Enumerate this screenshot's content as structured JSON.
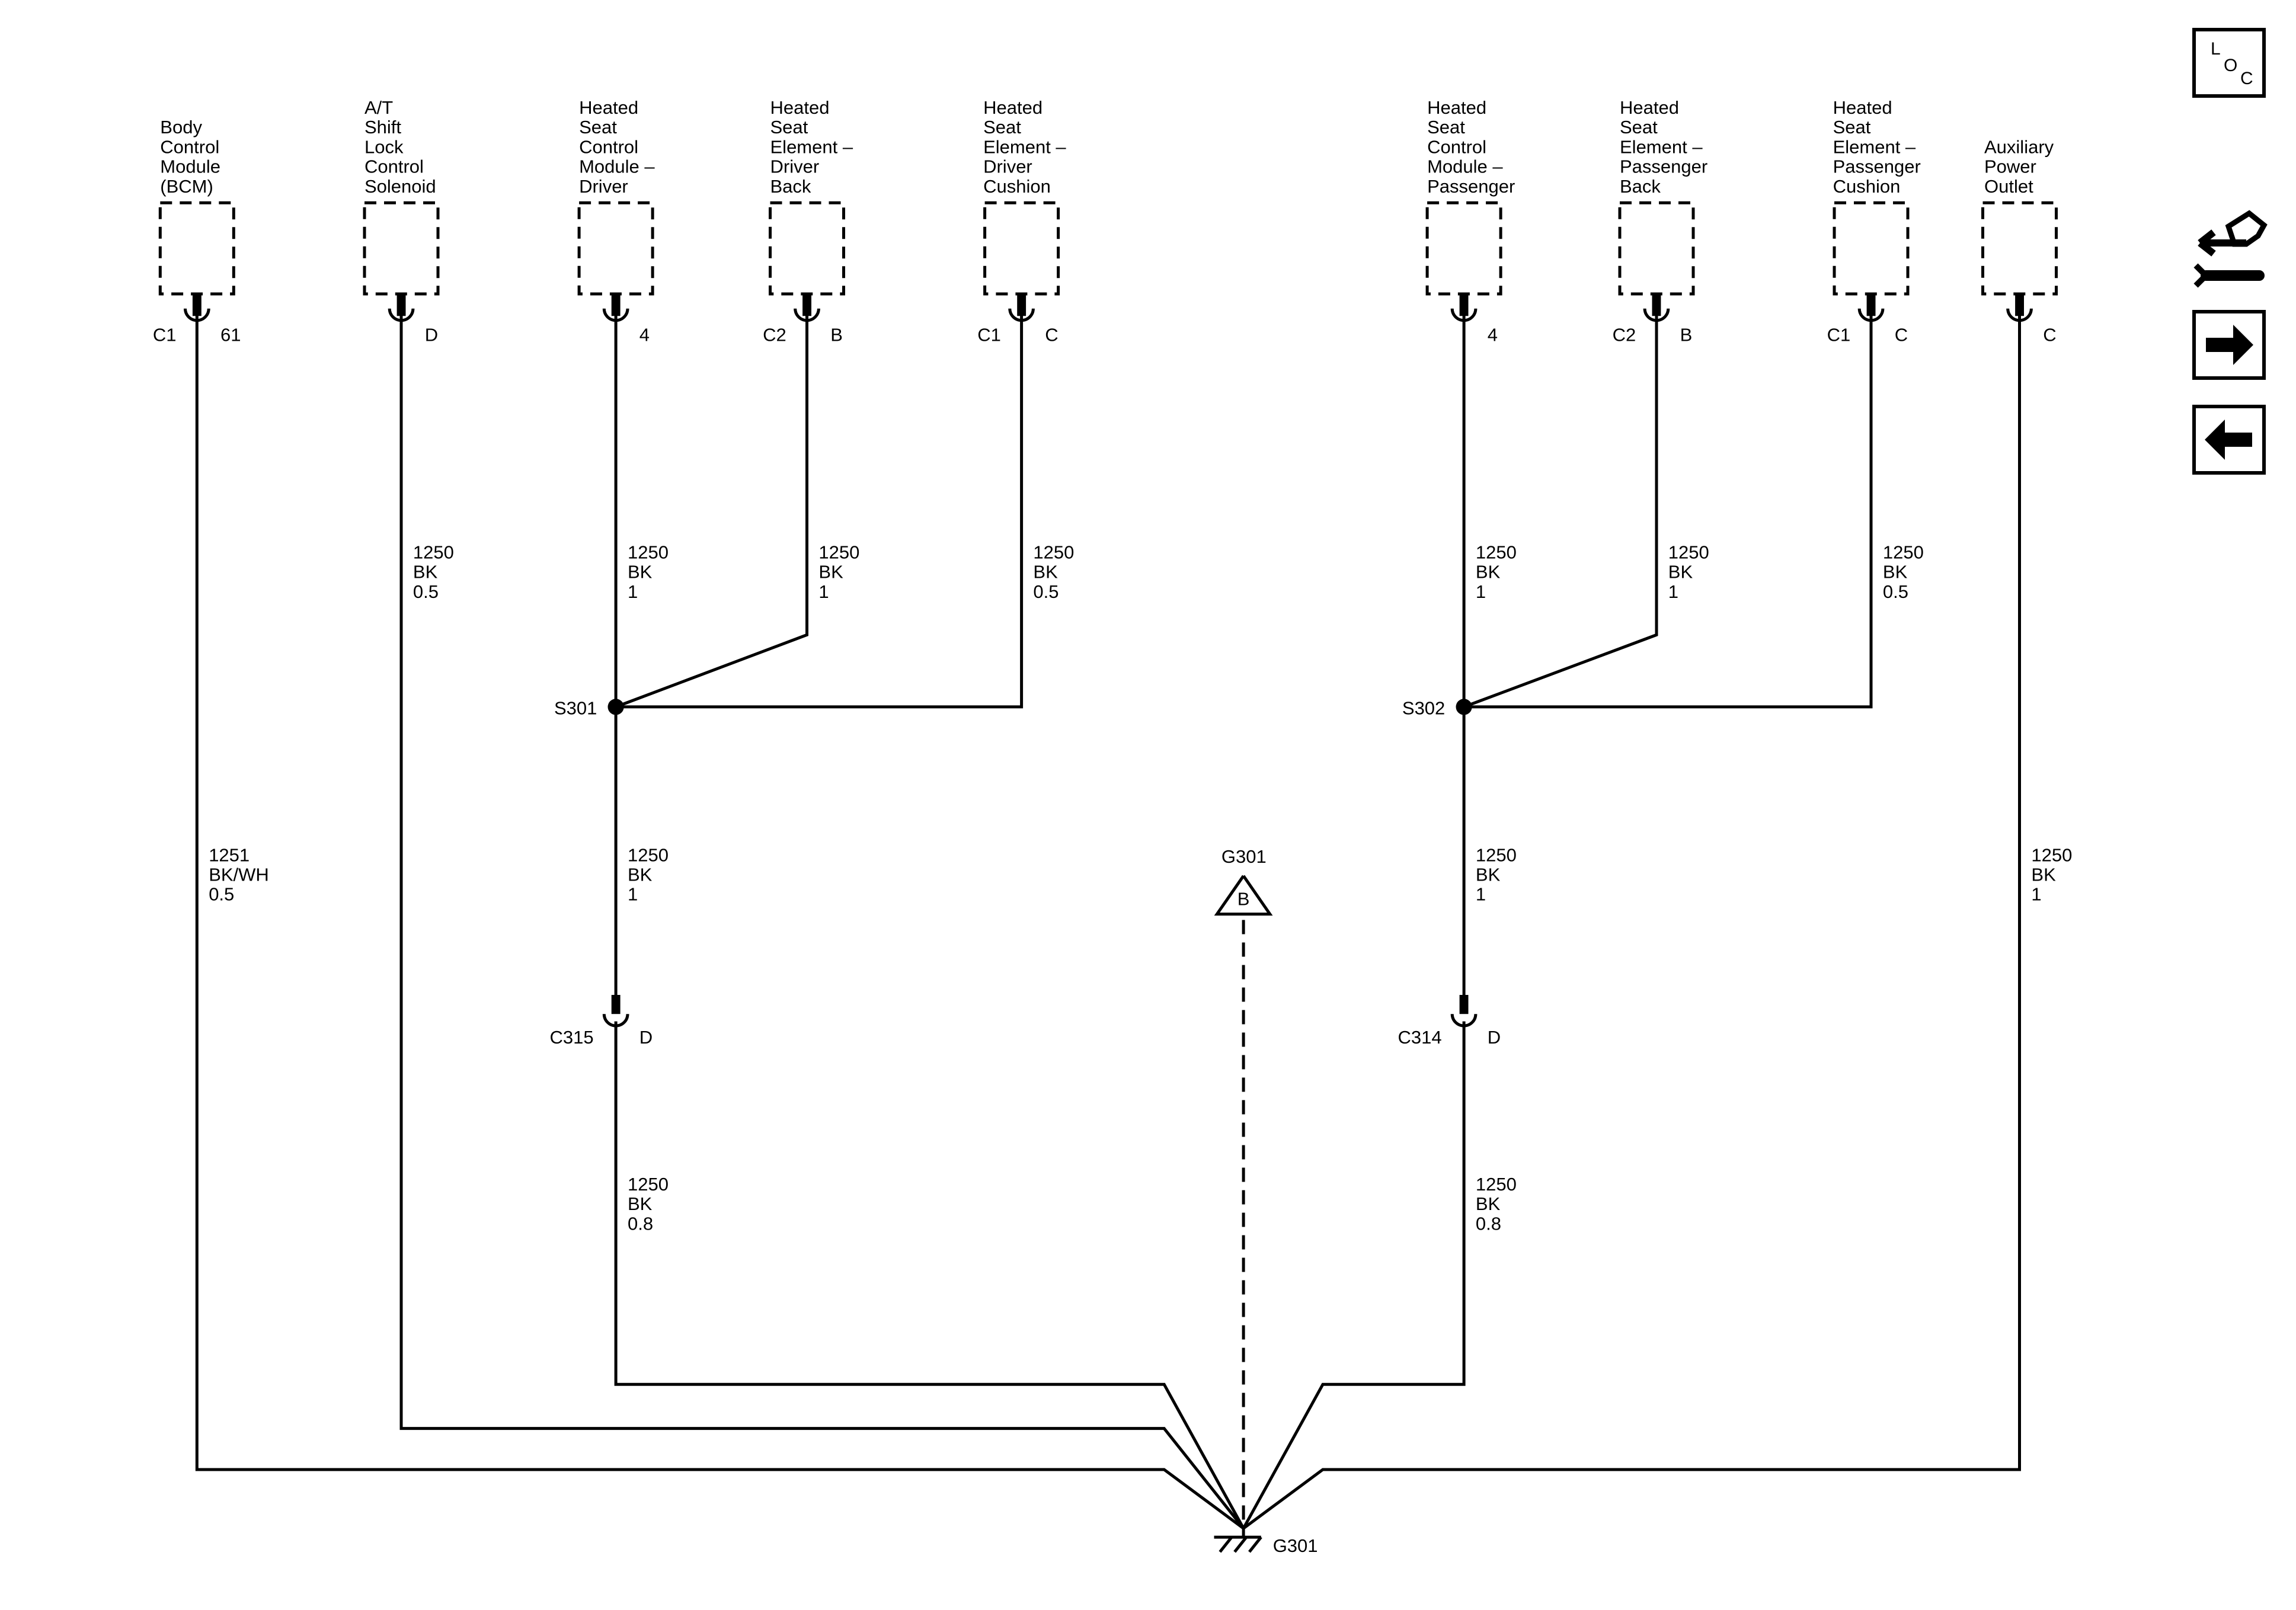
{
  "components": [
    {
      "lines": [
        "Body",
        "Control",
        "Module",
        "(BCM)"
      ]
    },
    {
      "lines": [
        "A/T",
        "Shift",
        "Lock",
        "Control",
        "Solenoid"
      ]
    },
    {
      "lines": [
        "Heated",
        "Seat",
        "Control",
        "Module –",
        "Driver"
      ]
    },
    {
      "lines": [
        "Heated",
        "Seat",
        "Element –",
        "Driver",
        "Back"
      ]
    },
    {
      "lines": [
        "Heated",
        "Seat",
        "Element –",
        "Driver",
        "Cushion"
      ]
    },
    {
      "lines": [
        "Heated",
        "Seat",
        "Control",
        "Module –",
        "Passenger"
      ]
    },
    {
      "lines": [
        "Heated",
        "Seat",
        "Element –",
        "Passenger",
        "Back"
      ]
    },
    {
      "lines": [
        "Heated",
        "Seat",
        "Element –",
        "Passenger",
        "Cushion"
      ]
    },
    {
      "lines": [
        "Auxiliary",
        "Power",
        "Outlet"
      ]
    }
  ],
  "connectors": [
    {
      "connector": "C1",
      "pin": "61"
    },
    {
      "connector": "",
      "pin": "D"
    },
    {
      "connector": "",
      "pin": "4"
    },
    {
      "connector": "C2",
      "pin": "B"
    },
    {
      "connector": "C1",
      "pin": "C"
    },
    {
      "connector": "",
      "pin": "4"
    },
    {
      "connector": "C2",
      "pin": "B"
    },
    {
      "connector": "C1",
      "pin": "C"
    },
    {
      "connector": "",
      "pin": "C"
    }
  ],
  "wires": [
    {
      "circuit": "1251",
      "color": "BK/WH",
      "size": "0.5"
    },
    {
      "circuit": "1250",
      "color": "BK",
      "size": "0.5"
    },
    {
      "circuit": "1250",
      "color": "BK",
      "size": "1"
    },
    {
      "circuit": "1250",
      "color": "BK",
      "size": "1"
    },
    {
      "circuit": "1250",
      "color": "BK",
      "size": "0.5"
    },
    {
      "circuit": "1250",
      "color": "BK",
      "size": "1"
    },
    {
      "circuit": "1250",
      "color": "BK",
      "size": "1"
    },
    {
      "circuit": "1250",
      "color": "BK",
      "size": "0.5"
    },
    {
      "circuit": "1250",
      "color": "BK",
      "size": "1"
    },
    {
      "circuit": "1250",
      "color": "BK",
      "size": "1"
    },
    {
      "circuit": "1250",
      "color": "BK",
      "size": "0.8"
    },
    {
      "circuit": "1250",
      "color": "BK",
      "size": "1"
    },
    {
      "circuit": "1250",
      "color": "BK",
      "size": "0.8"
    }
  ],
  "splices": [
    "S301",
    "S302"
  ],
  "inline_connectors": [
    {
      "connector": "C315",
      "pin": "D"
    },
    {
      "connector": "C314",
      "pin": "D"
    }
  ],
  "ground": {
    "name": "G301",
    "reference_name": "G301",
    "reference_letter": "B"
  },
  "nav": {
    "loc_l": "L",
    "loc_o": "O",
    "loc_c": "C",
    "icons": [
      "loc-icon",
      "connector-wrench-icon",
      "arrow-right-icon",
      "arrow-left-icon"
    ]
  }
}
